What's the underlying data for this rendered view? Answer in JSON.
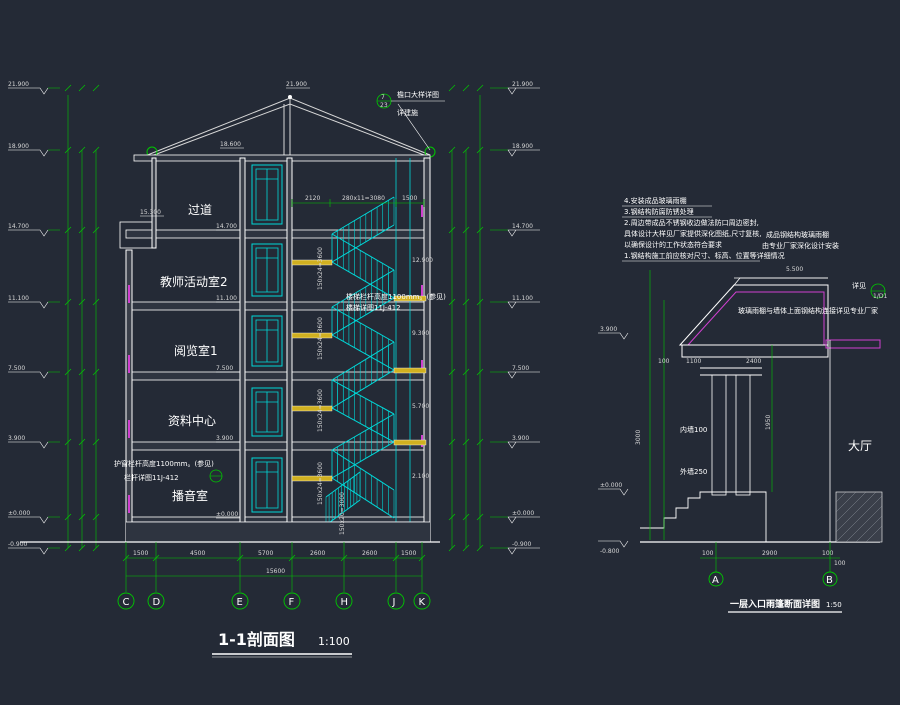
{
  "drawing": {
    "main_title": "1-1剖面图",
    "main_scale": "1:100",
    "detail_title": "一层入口雨篷断面详图",
    "detail_scale": "1:50"
  },
  "rooms": [
    "过道",
    "教师活动室2",
    "阅览室1",
    "资料中心",
    "播音室",
    "大厅"
  ],
  "elevations_left": [
    "21.900",
    "18.900",
    "14.700",
    "11.100",
    "7.500",
    "3.900",
    "±0.000",
    "-0.900"
  ],
  "elevations_right": [
    "21.900",
    "18.900",
    "14.700",
    "11.100",
    "7.500",
    "3.900",
    "±0.000",
    "-0.900"
  ],
  "floor_marks": [
    "15.300",
    "14.700",
    "11.100",
    "7.500",
    "3.900",
    "±0.000",
    "18.600",
    "21.900"
  ],
  "stair_landings": [
    "12.900",
    "9.300",
    "5.700",
    "2.100"
  ],
  "axis_labels": [
    "C",
    "D",
    "E",
    "F",
    "H",
    "J",
    "K"
  ],
  "bottom_dims": [
    "1500",
    "4500",
    "5700",
    "2600",
    "2600",
    "1500"
  ],
  "total_dim": "15600",
  "top_dims": [
    "2120",
    "280x11=3080",
    "1500"
  ],
  "stair_flights": [
    "150x24=3600",
    "150x24=3600",
    "150x24=3600",
    "150x24=3600",
    "150x20=3000"
  ],
  "detail_axis_labels": [
    "A",
    "B"
  ],
  "detail_bottom_dims": [
    "100",
    "2900",
    "100",
    "100"
  ],
  "detail_dims": [
    "1100",
    "2400",
    "100",
    "3000",
    "1950",
    "3.900",
    "±0.000",
    "-0.800",
    "5.500"
  ],
  "notes": {
    "eave": "檐口大样详图",
    "eave_ref": "详建施",
    "rail1": "楼梯栏杆高度1100mm。(参见)",
    "rail1_ref": "楼梯详图11J-412",
    "rail2": "护窗栏杆高度1100mm。(参见)",
    "rail2_ref": "栏杆详图11J-412",
    "detail_note_title": "4.安装成品玻璃雨棚",
    "detail_note_3": "3.钢结构防腐防锈处理",
    "detail_note_2": "2.周边带成品不锈钢收边做法防口周边密封,",
    "detail_note_2b": "具体设计大样见厂家提供深化图纸,尺寸复核,",
    "detail_note_2c": "以确保设计的工作状态符合要求",
    "detail_note_1": "1.钢结构施工前应核对尺寸、标高、位置等详细情况",
    "detail_note_right": "成品钢结构玻璃雨棚",
    "detail_note_right2": "由专业厂家深化设计安装",
    "detail_marker": "详见",
    "detail_marker_ref": "1/D1",
    "canopy_note": "玻璃雨棚与墙体上面钢结构连接详见专业厂家",
    "inner_wall": "内墙100",
    "column": "外墙250"
  }
}
